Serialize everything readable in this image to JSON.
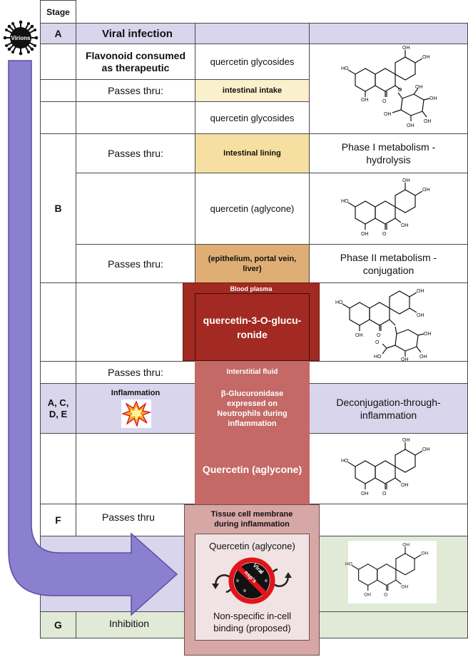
{
  "header": {
    "stage": "Stage"
  },
  "virions_label": "Virions",
  "rows": {
    "r1": {
      "stage": "A",
      "col2": "Viral infection"
    },
    "r2": {
      "col2": "Flavonoid consumed as therapeutic",
      "col3": "quercetin glycosides"
    },
    "r3": {
      "col2": "Passes thru:",
      "col3": "intestinal intake"
    },
    "r4": {
      "col3": "quercetin glycosides"
    },
    "r5": {
      "col2": "Passes thru:",
      "col3": "Intestinal lining",
      "col4": "Phase I metabolism - hydrolysis"
    },
    "r6": {
      "stage": "B",
      "col3": "quercetin (aglycone)"
    },
    "r7": {
      "col2": "Passes thru:",
      "col3": "(epithelium, portal vein, liver)",
      "col4": "Phase II metabolism - conjugation"
    },
    "r8": {
      "col3_top": "Blood plasma",
      "col3": "quercetin-3-O-glucu-ronide"
    },
    "r9": {
      "col2": "Passes thru:",
      "col3": "Interstitial fluid"
    },
    "r10": {
      "stage": "A, C, D, E",
      "col2": "Inflammation",
      "col3": "β-Glucuronidase expressed on Neutrophils during inflammation",
      "col4": "Deconjugation-through-inflammation"
    },
    "r11": {
      "col3": "Quercetin (aglycone)"
    },
    "r12": {
      "stage": "F",
      "col2": "Passes thru",
      "col3": "Tissue cell membrane during inflammation"
    },
    "r13": {
      "col3_top": "Quercetin (aglycone)",
      "col3_bottom": "Non-specific in-cell binding (proposed)"
    },
    "r14": {
      "stage": "G",
      "col2": "Inhibition"
    }
  },
  "no_virus_sign": [
    "Viral",
    "nsp's"
  ],
  "molecule_labels": {
    "oh": "OH",
    "ho": "HO",
    "o": "O"
  },
  "colors": {
    "lavender": "#d9d5ec",
    "green": "#e1ead7",
    "arrow": "#8b7fd0",
    "intestinal_intake": "#fbf0cc",
    "intestinal_lining": "#f6dfa0",
    "epithelium": "#dfae74",
    "blood_plasma": "#a32a22",
    "interstitial": "#c46966",
    "membrane": "#d7a7a6"
  }
}
